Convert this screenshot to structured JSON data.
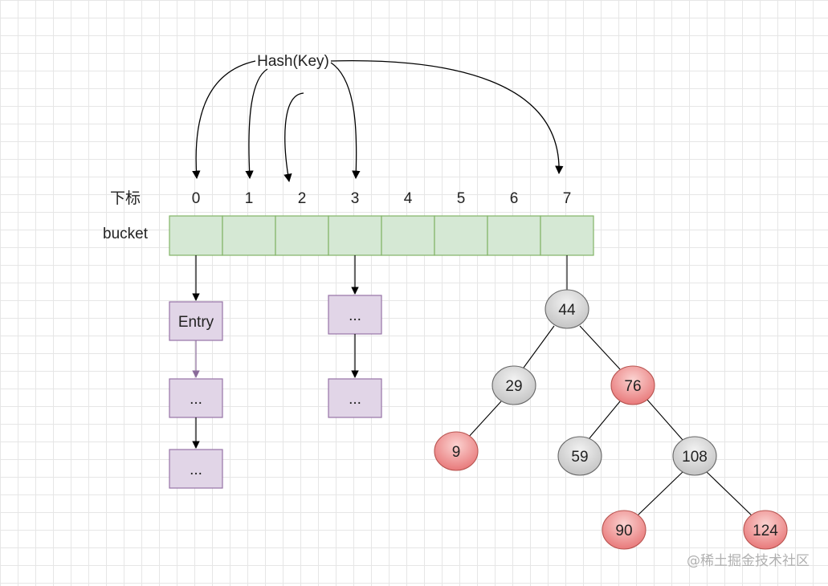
{
  "hash_label": "Hash(Key)",
  "index_label": "下标",
  "bucket_label": "bucket",
  "indices": [
    "0",
    "1",
    "2",
    "3",
    "4",
    "5",
    "6",
    "7"
  ],
  "chain_0": [
    "Entry",
    "...",
    "..."
  ],
  "chain_3": [
    "...",
    "..."
  ],
  "tree_nodes": [
    {
      "id": "n44",
      "label": "44",
      "color": "gray"
    },
    {
      "id": "n29",
      "label": "29",
      "color": "gray"
    },
    {
      "id": "n76",
      "label": "76",
      "color": "red"
    },
    {
      "id": "n9",
      "label": "9",
      "color": "red"
    },
    {
      "id": "n59",
      "label": "59",
      "color": "gray"
    },
    {
      "id": "n108",
      "label": "108",
      "color": "gray"
    },
    {
      "id": "n90",
      "label": "90",
      "color": "red"
    },
    {
      "id": "n124",
      "label": "124",
      "color": "red"
    }
  ],
  "colors": {
    "bucket_fill": "#d5e8d4",
    "bucket_stroke": "#82b366",
    "entry_fill": "#e1d5e7",
    "entry_stroke": "#9673a6",
    "node_gray": "#d6d6d6",
    "node_red": "#f19c99",
    "node_red_stroke": "#b85450",
    "node_gray_stroke": "#666666"
  },
  "watermark": "@稀土掘金技术社区"
}
